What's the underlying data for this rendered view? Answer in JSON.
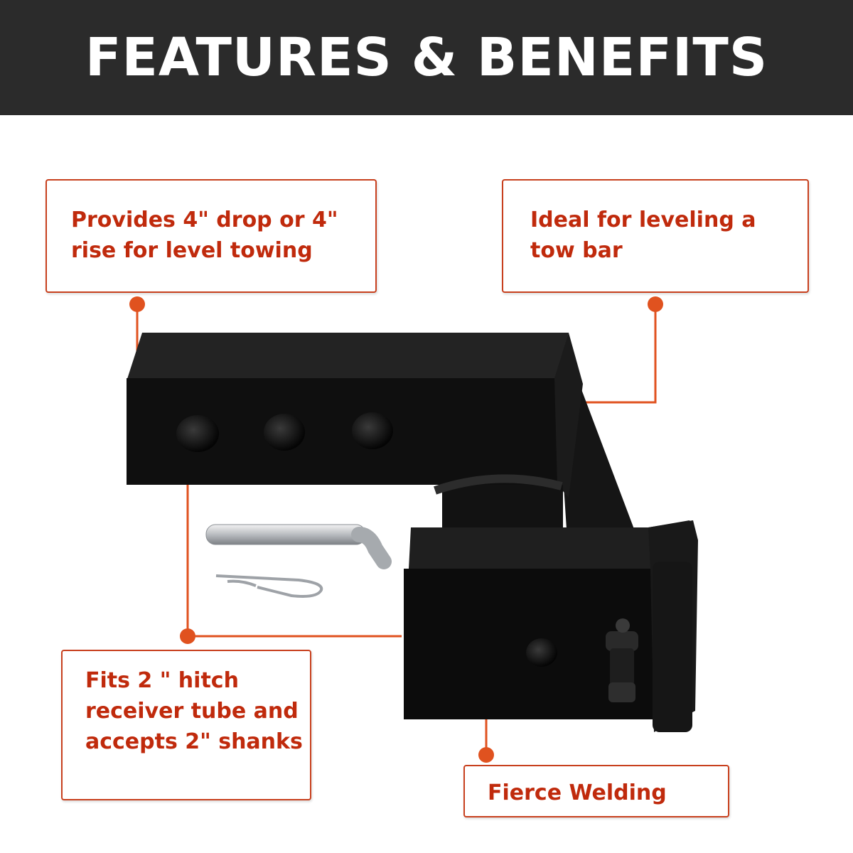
{
  "header": {
    "title": "FEATURES & BENEFITS"
  },
  "callouts": {
    "drop_rise": "Provides 4\" drop or 4\" rise for level towing",
    "leveling": "Ideal for leveling a tow bar",
    "fits": "Fits 2 \" hitch receiver tube and accepts 2\" shanks",
    "welding": "Fierce Welding"
  },
  "colors": {
    "accent": "#e0521f",
    "text": "#c02a0c",
    "header_bg": "#2b2b2b",
    "product": "#111111"
  }
}
